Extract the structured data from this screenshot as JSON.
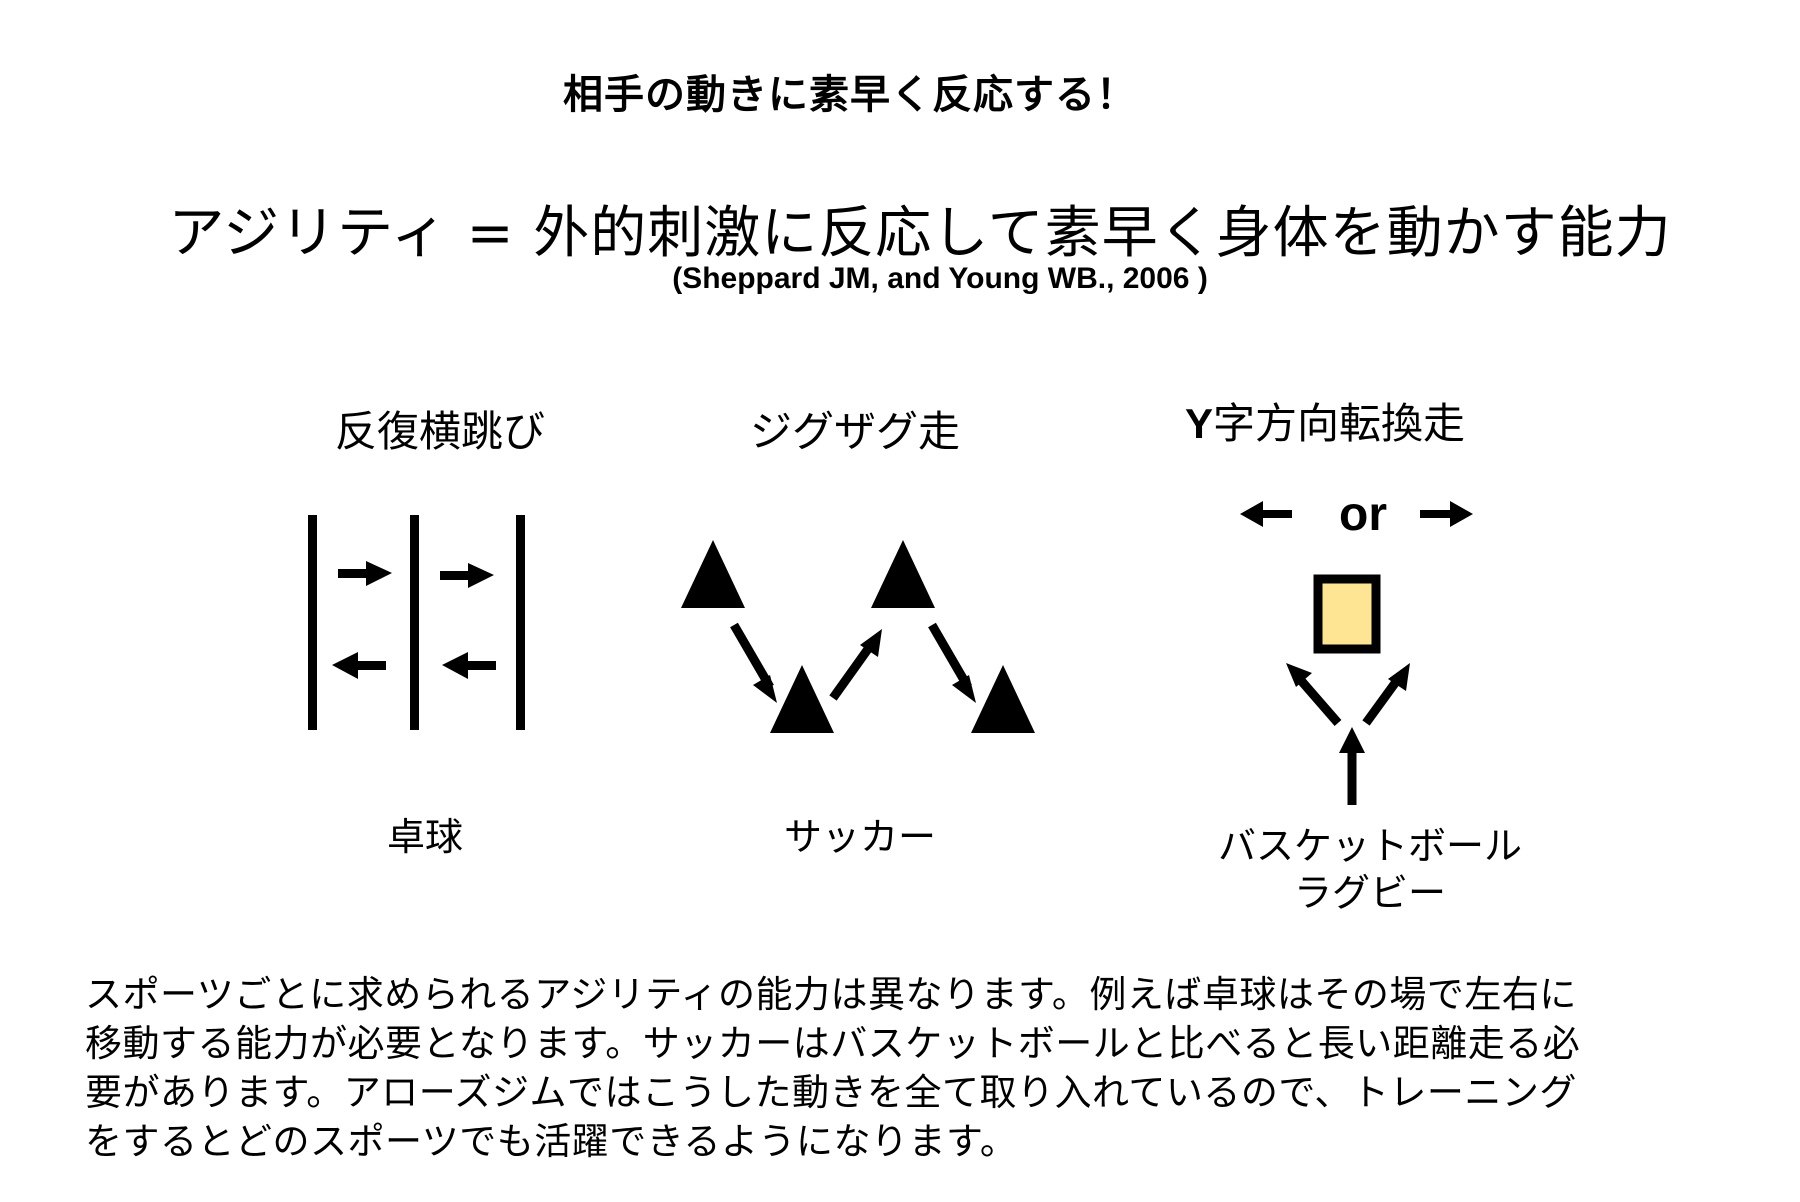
{
  "heading": "相手の動きに素早く反応する！",
  "definition": "アジリティ = 外的刺激に反応して素早く身体を動かす能力",
  "citation": "(Sheppard JM, and Young WB., 2006 )",
  "drills": [
    {
      "title": "反復横跳び",
      "diagram": "side-step-lines-with-left-right-arrows",
      "sports": [
        "卓球"
      ]
    },
    {
      "title": "ジグザグ走",
      "diagram": "zigzag-cones-with-arrows",
      "sports": [
        "サッカー"
      ]
    },
    {
      "title_prefix": "Y",
      "title": "字方向転換走",
      "diagram": "y-shaped-direction-change",
      "or_label": "or",
      "box_color": "#fde594",
      "sports": [
        "バスケットボール",
        "ラグビー"
      ]
    }
  ],
  "paragraph_lines": [
    "スポーツごとに求められるアジリティの能力は異なります。例えば卓球はその場で左右に",
    "移動する能力が必要となります。サッカーはバスケットボールと比べると長い距離走る必",
    "要があります。アローズジムではこうした動きを全て取り入れているので、トレーニング",
    "をするとどのスポーツでも活躍できるようになります。"
  ],
  "colors": {
    "background": "#ffffff",
    "ink": "#000000",
    "box_fill": "#fde594"
  }
}
